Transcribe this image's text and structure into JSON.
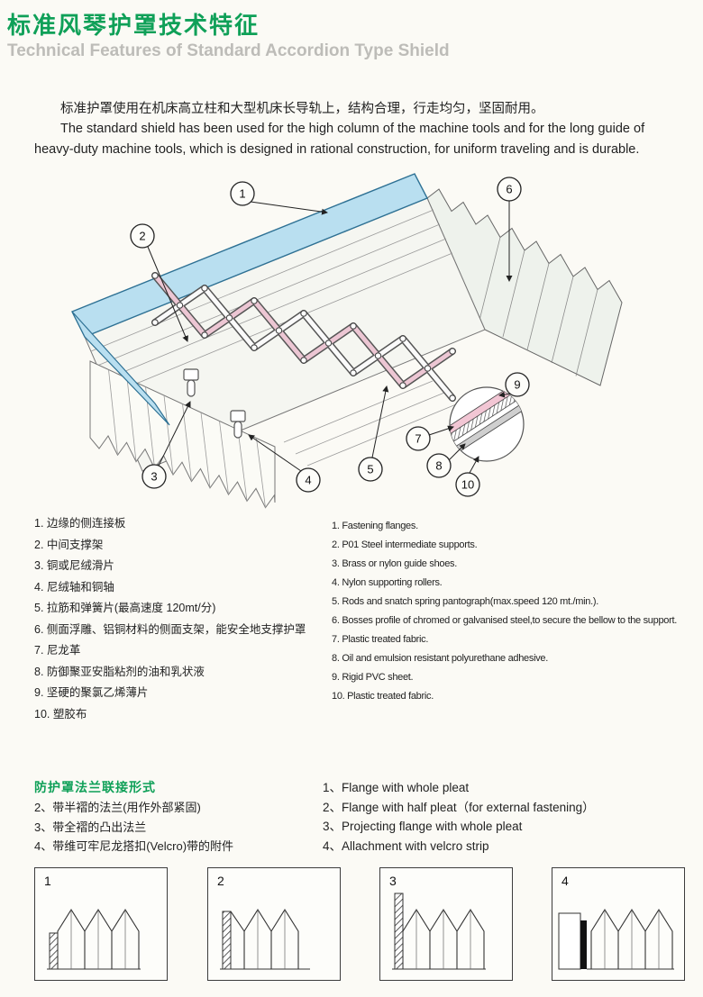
{
  "header": {
    "title_zh": "标准风琴护罩技术特征",
    "title_en": "Technical Features of Standard Accordion Type Shield"
  },
  "intro": {
    "zh": "标准护罩使用在机床高立柱和大型机床长导轨上，结构合理，行走均匀，坚固耐用。",
    "en": "The standard shield has been used for the high column of the machine tools and for the long guide of heavy-duty machine tools, which is designed in rational construction, for uniform traveling and is durable."
  },
  "diagram": {
    "callouts": [
      "1",
      "2",
      "3",
      "4",
      "5",
      "6",
      "7",
      "8",
      "9",
      "10"
    ]
  },
  "legend_zh": [
    "1. 边缘的侧连接板",
    "2. 中间支撑架",
    "3. 铜或尼绒滑片",
    "4. 尼绒轴和铜轴",
    "5. 拉筋和弹簧片(最高速度 120mt/分)",
    "6. 侧面浮雕、铝铜材料的侧面支架，能安全地支撑护罩",
    "7. 尼龙革",
    "8. 防御聚亚安脂粘剂的油和乳状液",
    "9. 坚硬的聚氯乙烯薄片",
    "10. 塑胶布"
  ],
  "legend_en": [
    "1. Fastening flanges.",
    "2. P01 Steel intermediate supports.",
    "3. Brass or nylon guide shoes.",
    "4. Nylon supporting rollers.",
    "5. Rods and snatch spring pantograph(max.speed 120 mt./min.).",
    "6. Bosses profile of chromed or galvanised steel,to secure the bellow to the support.",
    "7. Plastic treated fabric.",
    "8. Oil and emulsion resistant polyurethane adhesive.",
    "9. Rigid PVC sheet.",
    "10. Plastic treated fabric."
  ],
  "flange_section": {
    "title": "防护罩法兰联接形式",
    "items_zh": [
      "2、带半褶的法兰(用作外部紧固)",
      "3、带全褶的凸出法兰",
      "4、带维可牢尼龙搭扣(Velcro)带的附件"
    ],
    "items_en": [
      "1、Flange with whole pleat",
      "2、Flange with half pleat（for external fastening）",
      "3、Projecting flange with whole pleat",
      "4、Allachment with velcro strip"
    ],
    "boxes": [
      "1",
      "2",
      "3",
      "4"
    ]
  },
  "colors": {
    "accent_green": "#0fa058",
    "subtitle_gray": "#bdbcb8",
    "flange_blue": "#b9dff0",
    "rod_pink": "#ecc6d3"
  }
}
